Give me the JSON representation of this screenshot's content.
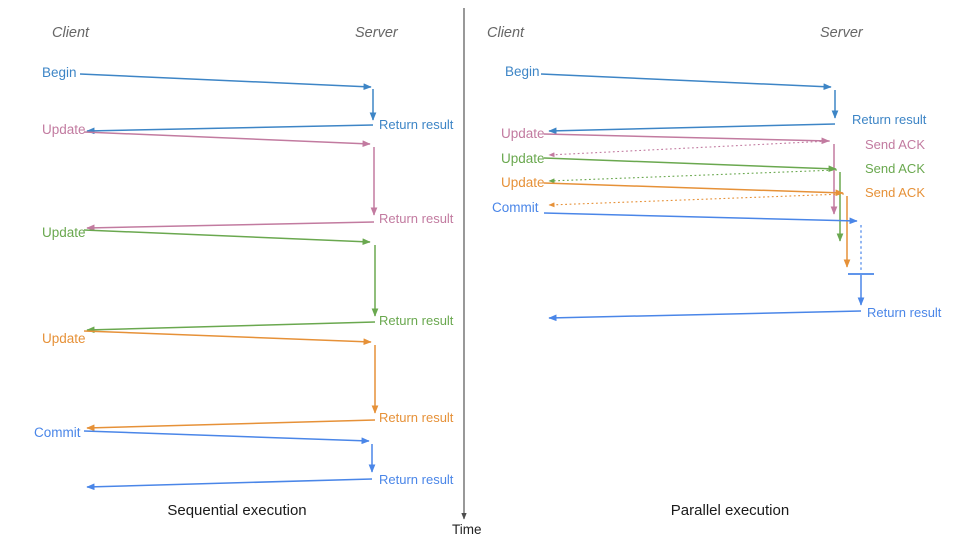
{
  "colors": {
    "begin_blue": "#3d85c6",
    "update_pink": "#c27ba0",
    "update_green": "#6aa84f",
    "update_orange": "#e69138",
    "commit_blue": "#4a86e8",
    "header_gray": "#666666",
    "title_black": "#1a1a1a",
    "time_axis_gray": "#555555"
  },
  "time_axis": {
    "label": "Time"
  },
  "panels": {
    "sequential": {
      "title": "Sequential execution",
      "client_header": "Client",
      "server_header": "Server",
      "messages": [
        {
          "request": "Begin",
          "response": "Return result"
        },
        {
          "request": "Update",
          "response": "Return result"
        },
        {
          "request": "Update",
          "response": "Return result"
        },
        {
          "request": "Update",
          "response": "Return result"
        },
        {
          "request": "Commit",
          "response": "Return result"
        }
      ]
    },
    "parallel": {
      "title": "Parallel execution",
      "client_header": "Client",
      "server_header": "Server",
      "messages": [
        {
          "request": "Begin",
          "response": "Return result"
        },
        {
          "request": "Update",
          "response": "Send ACK"
        },
        {
          "request": "Update",
          "response": "Send ACK"
        },
        {
          "request": "Update",
          "response": "Send ACK"
        },
        {
          "request": "Commit",
          "response": "Return result"
        }
      ]
    }
  }
}
